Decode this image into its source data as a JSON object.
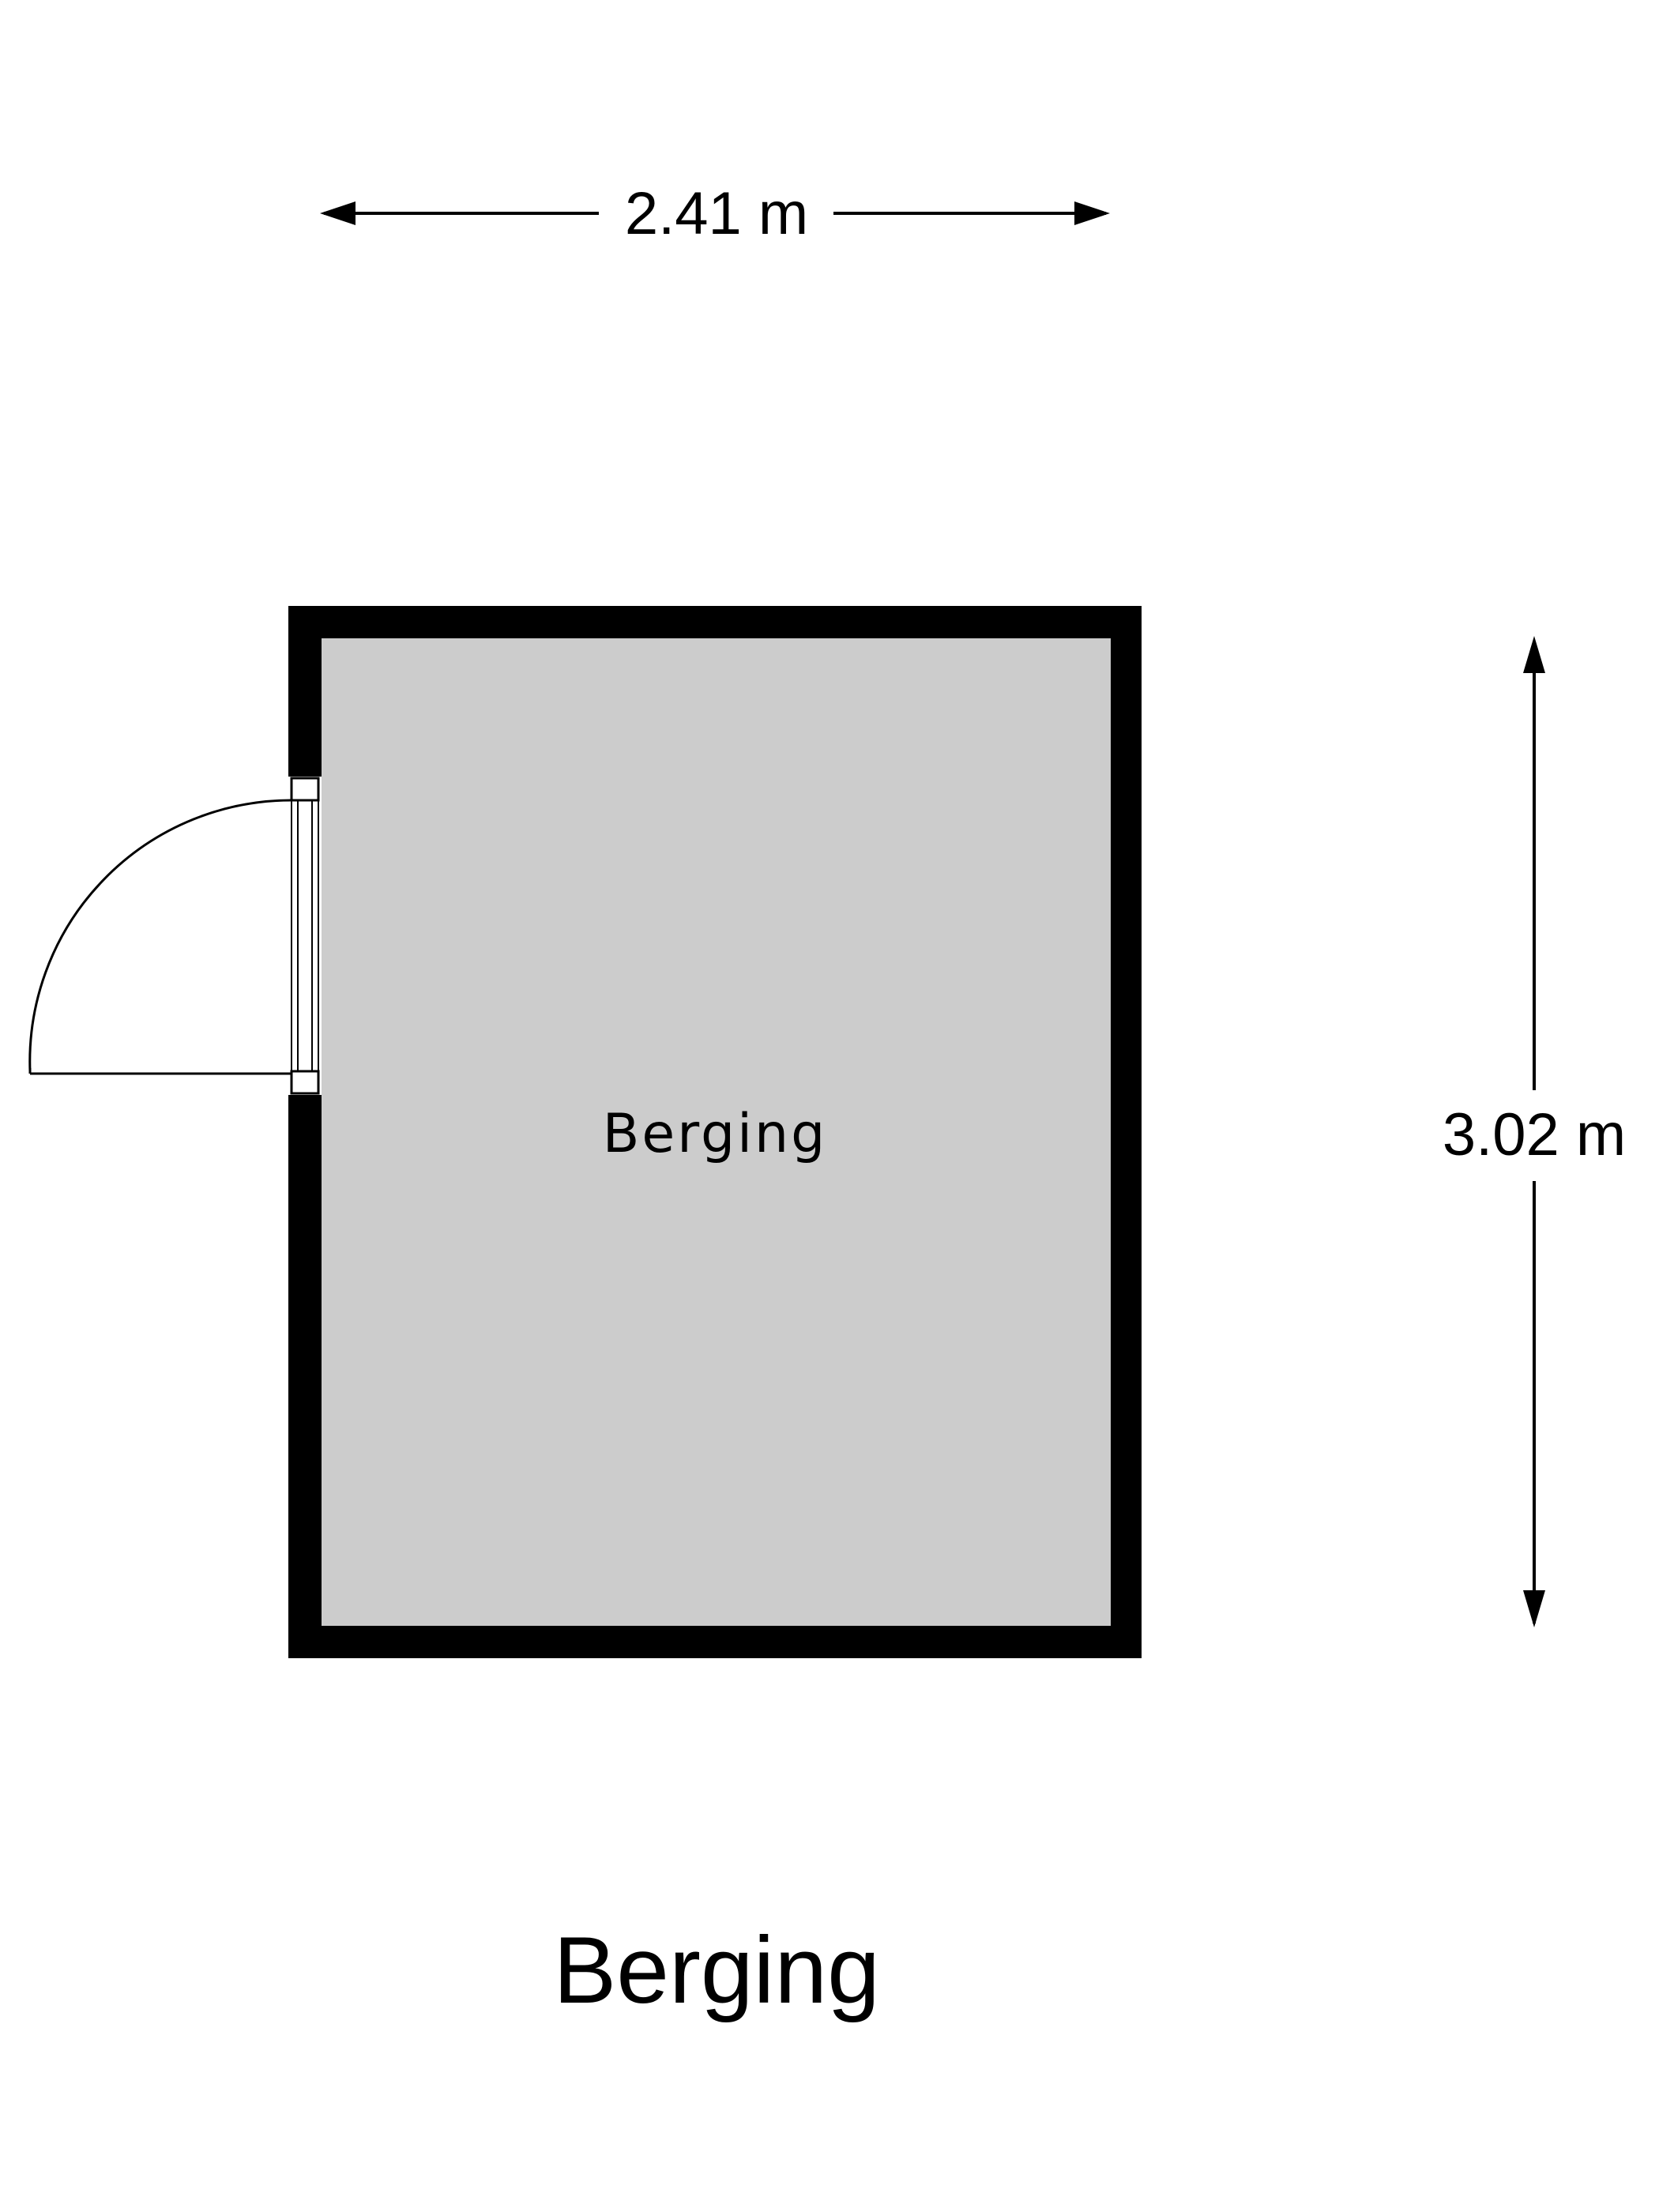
{
  "floorplan": {
    "room_label": "Berging",
    "dimensions": {
      "width_label": "2.41 m",
      "height_label": "3.02 m"
    },
    "title": "Berging"
  },
  "colors": {
    "wall": "#000000",
    "floor": "#cccccc",
    "background": "#ffffff",
    "line": "#000000"
  }
}
